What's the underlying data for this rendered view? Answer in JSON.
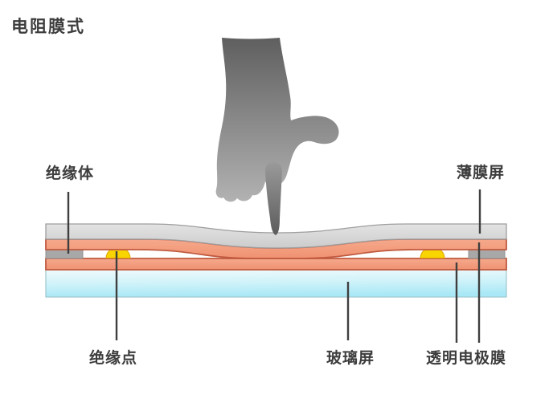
{
  "title": "电阻膜式",
  "labels": {
    "insulator": "绝缘体",
    "film_screen": "薄膜屏",
    "insulation_point": "绝缘点",
    "glass_screen": "玻璃屏",
    "transparent_electrode_film": "透明电极膜"
  },
  "colors": {
    "background": "#ffffff",
    "text": "#3d3d3d",
    "leader_line": "#3f3f3f",
    "hand_dark": "#5f5f5f",
    "hand_light": "#b2b2b2",
    "finger_top": "#9a9a9a",
    "finger_tip": "#5c5c5c",
    "film_light": "#e3e3e3",
    "film_dark": "#cccccc",
    "film_border": "#9e9e9e",
    "electrode_light": "#f6a98c",
    "electrode_dark": "#ef9271",
    "electrode_border": "#c05a40",
    "insulator_block": "#a8a8a8",
    "insulator_block_border": "#919191",
    "dot_yellow": "#f8d400",
    "dot_border": "#e0a300",
    "glass_light": "#f0fafc",
    "glass_mid": "#cdf2f9",
    "glass_dark": "#a9e8f6",
    "glass_border": "#9ec6ce"
  }
}
